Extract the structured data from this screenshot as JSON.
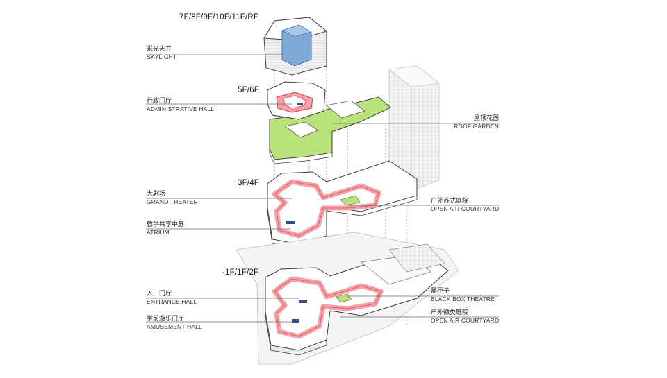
{
  "floors": {
    "upper": "7F/8F/9F/10F/11F/RF",
    "mid": "5F/6F",
    "low": "3F/4F",
    "ground": "-1F/1F/2F"
  },
  "labels": {
    "skylight": {
      "cn": "采光天井",
      "en": "SKYLIGHT"
    },
    "admin_hall": {
      "cn": "行政门厅",
      "en": "ADMINISTRATIVE HALL"
    },
    "roof_garden": {
      "cn": "屋顶花园",
      "en": "ROOF GARDEN"
    },
    "grand_theater": {
      "cn": "大剧场",
      "en": "GRAND THEATER"
    },
    "courtyard_su": {
      "cn": "户外苏式庭院",
      "en": "OPEN AIR COURTYARD"
    },
    "atrium": {
      "cn": "教学共享中庭",
      "en": "ATRIUM"
    },
    "entrance_hall": {
      "cn": "入口门厅",
      "en": "ENTRANCE HALL"
    },
    "black_box": {
      "cn": "黑匣子",
      "en": "BLACK BOX THEATRE"
    },
    "amusement_hall": {
      "cn": "学前游乐门厅",
      "en": "AMUSEMENT HALL"
    },
    "courtyard_hui": {
      "cn": "户外徽类庭院",
      "en": "OPEN AIR COURTYARD"
    }
  },
  "colors": {
    "circulation": "#f5a0a6",
    "circulation_edge": "#e0505c",
    "garden": "#b9e27a",
    "skylight": "#7fa9d6",
    "slab": "#ffffff",
    "stroke": "#3a3a3a"
  }
}
